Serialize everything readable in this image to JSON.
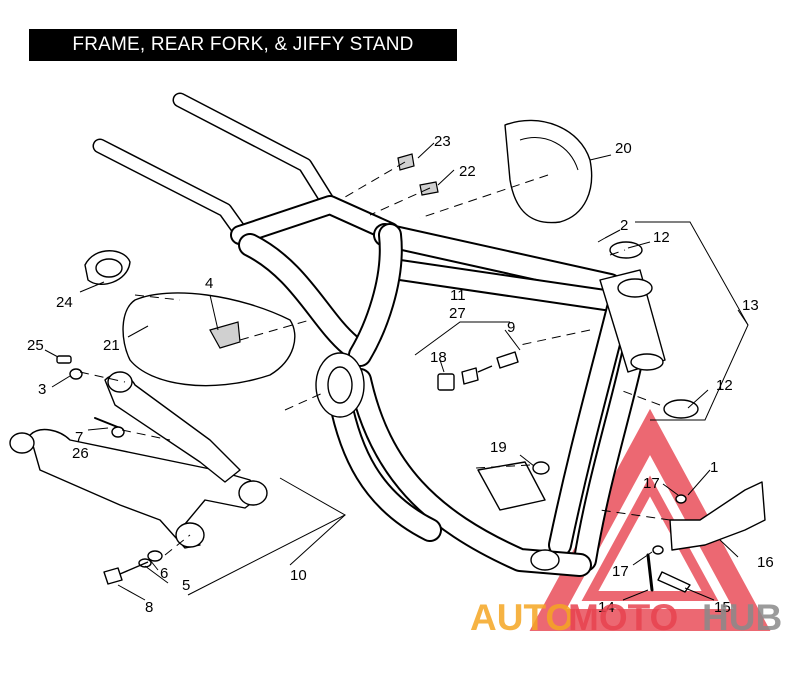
{
  "title": "FRAME, REAR FORK, & JIFFY STAND",
  "callouts": {
    "c1": "1",
    "c2": "2",
    "c3": "3",
    "c4": "4",
    "c5": "5",
    "c6": "6",
    "c7": "7",
    "c8": "8",
    "c9": "9",
    "c10": "10",
    "c11": "11",
    "c12a": "12",
    "c12b": "12",
    "c13": "13",
    "c14": "14",
    "c15": "15",
    "c16": "16",
    "c17a": "17",
    "c17b": "17",
    "c18": "18",
    "c19": "19",
    "c20": "20",
    "c21": "21",
    "c22": "22",
    "c23": "23",
    "c24": "24",
    "c25": "25",
    "c26": "26",
    "c27": "27"
  },
  "watermark": {
    "word_1": "AUTO",
    "word_2": "MOTO",
    "word_3": "HUB",
    "color_1": "#f5a623",
    "color_2": "#e8434f",
    "color_3": "#8a8a8a"
  }
}
